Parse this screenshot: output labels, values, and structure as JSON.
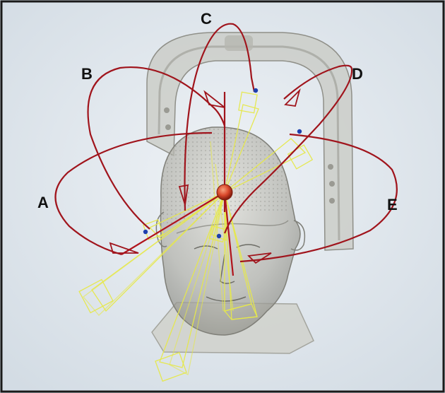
{
  "figure": {
    "labels": [
      "A",
      "B",
      "C",
      "D",
      "E"
    ]
  },
  "colors": {
    "background": "#dfe6ec",
    "frame": "#1a1a1a",
    "arc": "#a0141c",
    "beam": "#e6e84a",
    "isocenter": "#d9482b",
    "target_point": "#1d3fae",
    "head_phantom": "#9a9a94",
    "mask_frame": "#8f8f88"
  },
  "icons": {
    "isocenter": "sphere-icon",
    "arc_direction": "arrowhead-icon"
  }
}
